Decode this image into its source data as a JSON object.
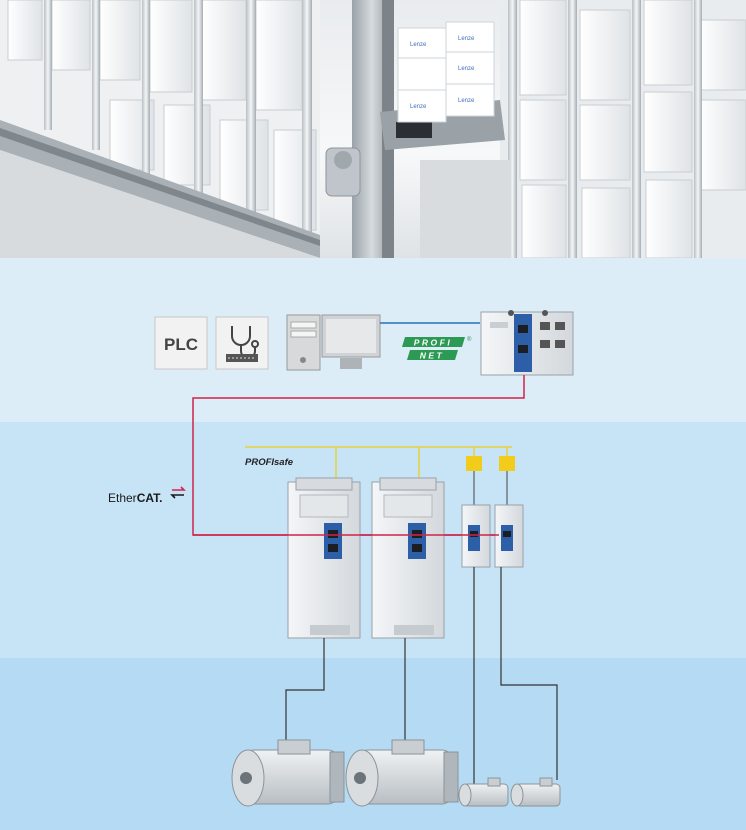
{
  "header_photo": {
    "box_brand": "Lenze"
  },
  "control_row": {
    "plc_label": "PLC",
    "profinet_top": "PROFI",
    "profinet_bottom": "NET",
    "profinet_registered": "®"
  },
  "bus": {
    "ethercat_prefix": "Ether",
    "ethercat_suffix": "CAT.",
    "profisafe_label": "PROFIsafe"
  },
  "colors": {
    "ethercat_line": "#d0234b",
    "profinet_line": "#2a6fb8",
    "profisafe_line": "#e6d23a",
    "profinet_green": "#2c9a54",
    "safety_connector": "#f1cc1a"
  }
}
